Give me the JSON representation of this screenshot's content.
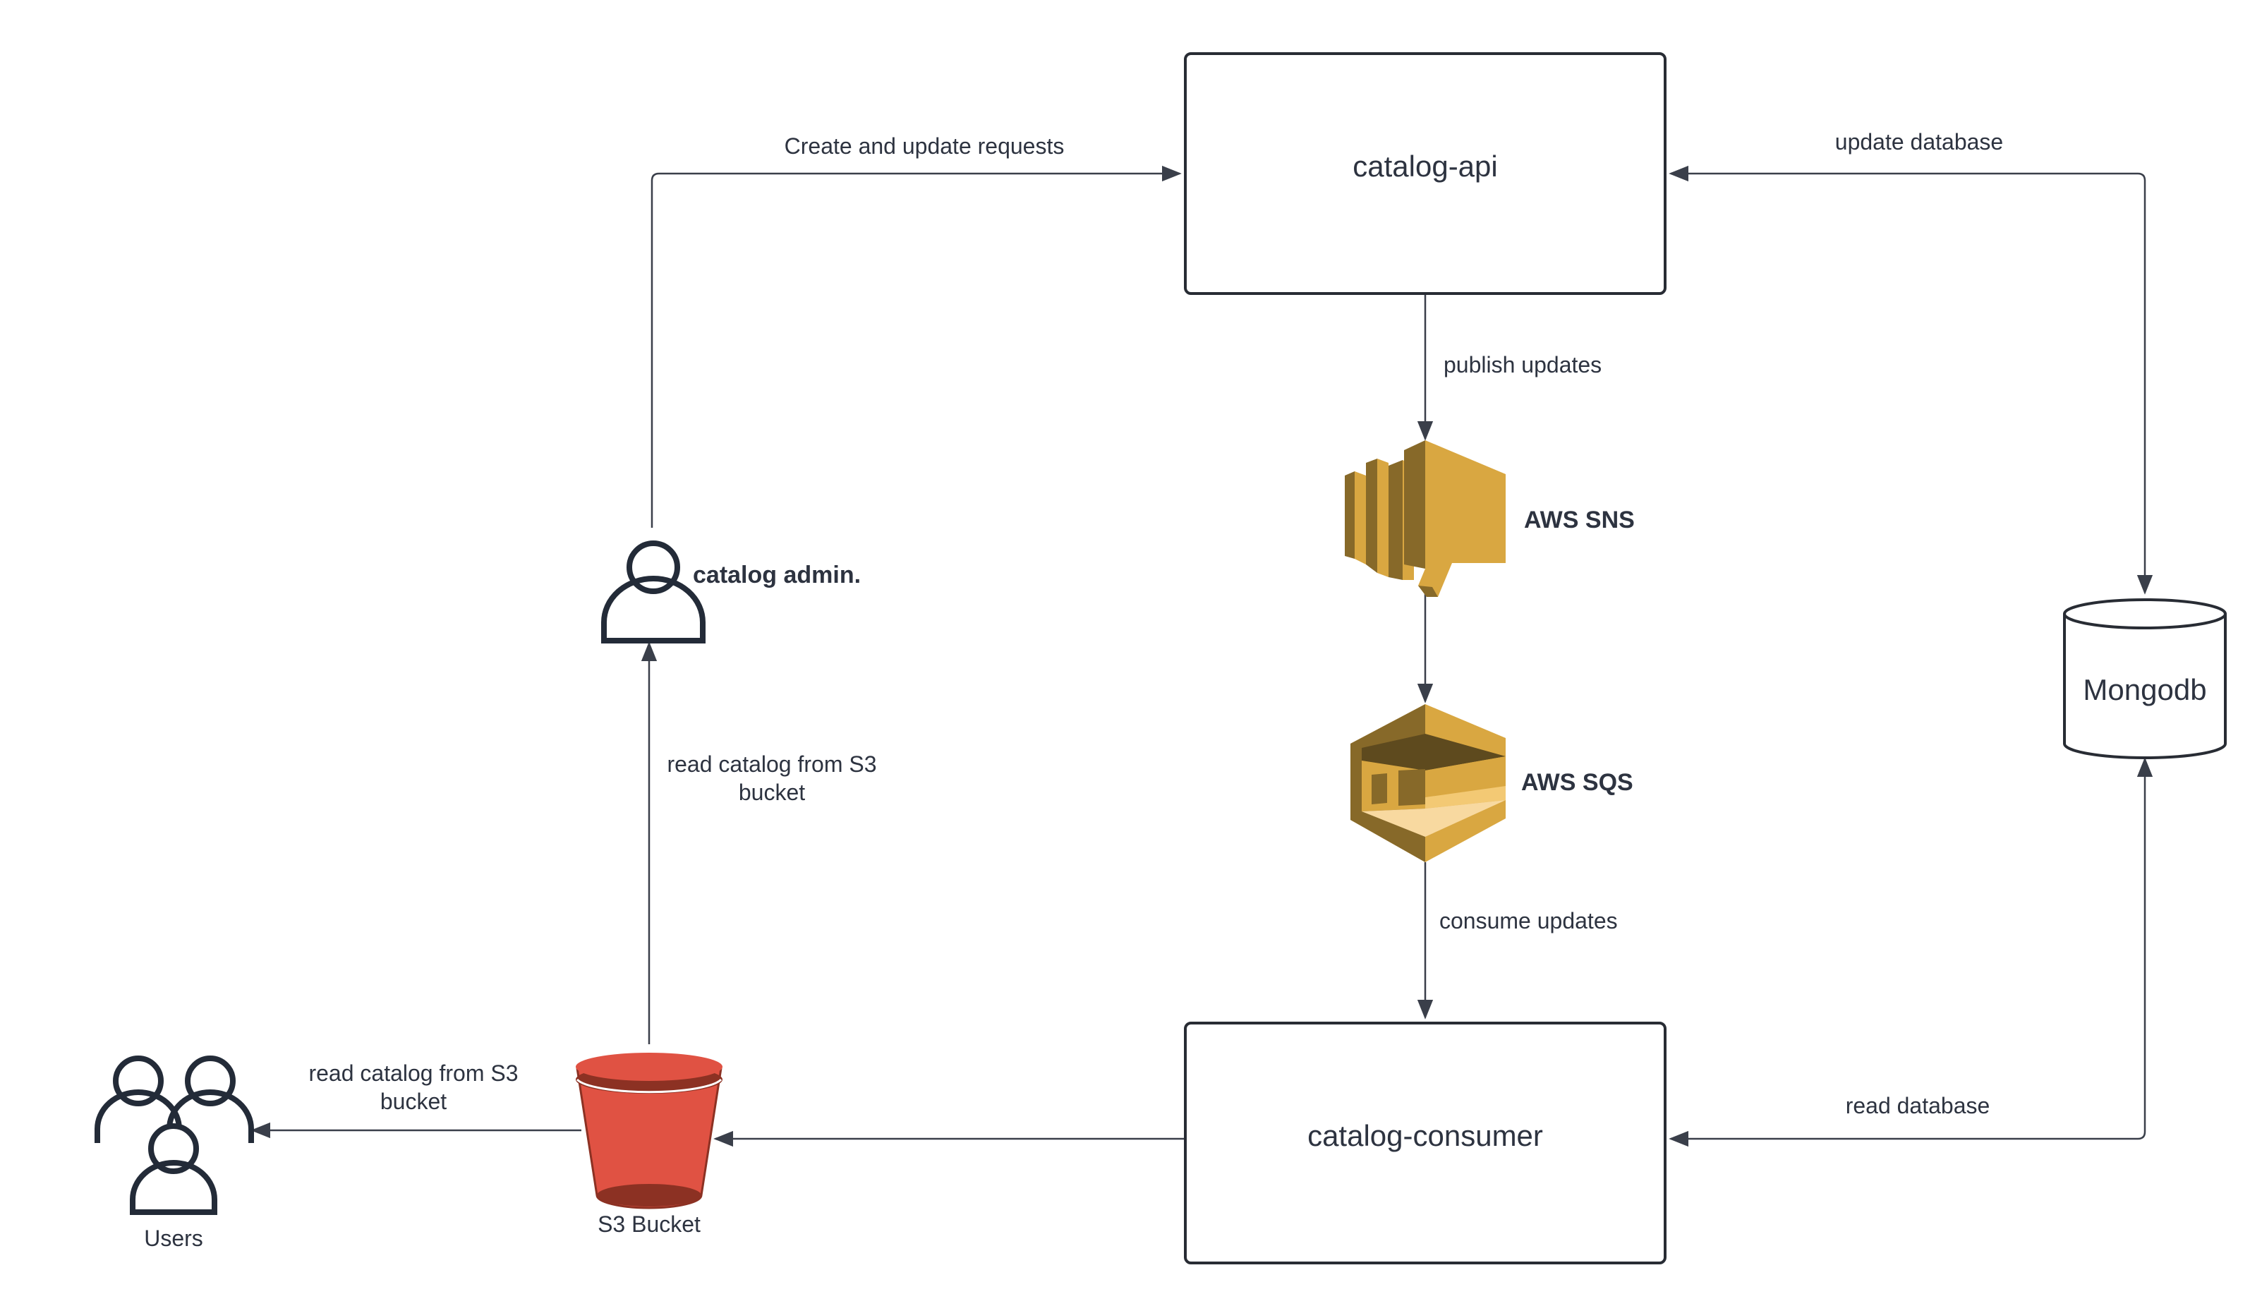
{
  "nodes": {
    "catalog_api": "catalog-api",
    "catalog_consumer": "catalog-consumer",
    "mongodb": "Mongodb",
    "aws_sns": "AWS SNS",
    "aws_sqs": "AWS SQS",
    "catalog_admin": "catalog admin.",
    "s3_bucket": "S3 Bucket",
    "users": "Users"
  },
  "edges": {
    "create_update": "Create and update requests",
    "update_database": "update database",
    "publish_updates": "publish updates",
    "consume_updates": "consume updates",
    "read_database": "read database",
    "read_catalog_admin_1": "read catalog from S3",
    "read_catalog_admin_2": "bucket",
    "read_catalog_users_1": "read catalog from S3",
    "read_catalog_users_2": "bucket"
  },
  "icons": {
    "sns": "aws-sns-icon",
    "sqs": "aws-sqs-icon",
    "s3": "s3-bucket-icon",
    "admin": "person-icon",
    "users": "users-group-icon",
    "mongodb": "database-cylinder-icon"
  },
  "colors": {
    "aws_gold": "#d9a741",
    "aws_dark": "#876929",
    "s3_red": "#e05243",
    "s3_dark": "#8c3123",
    "line": "#3a3f4a"
  }
}
